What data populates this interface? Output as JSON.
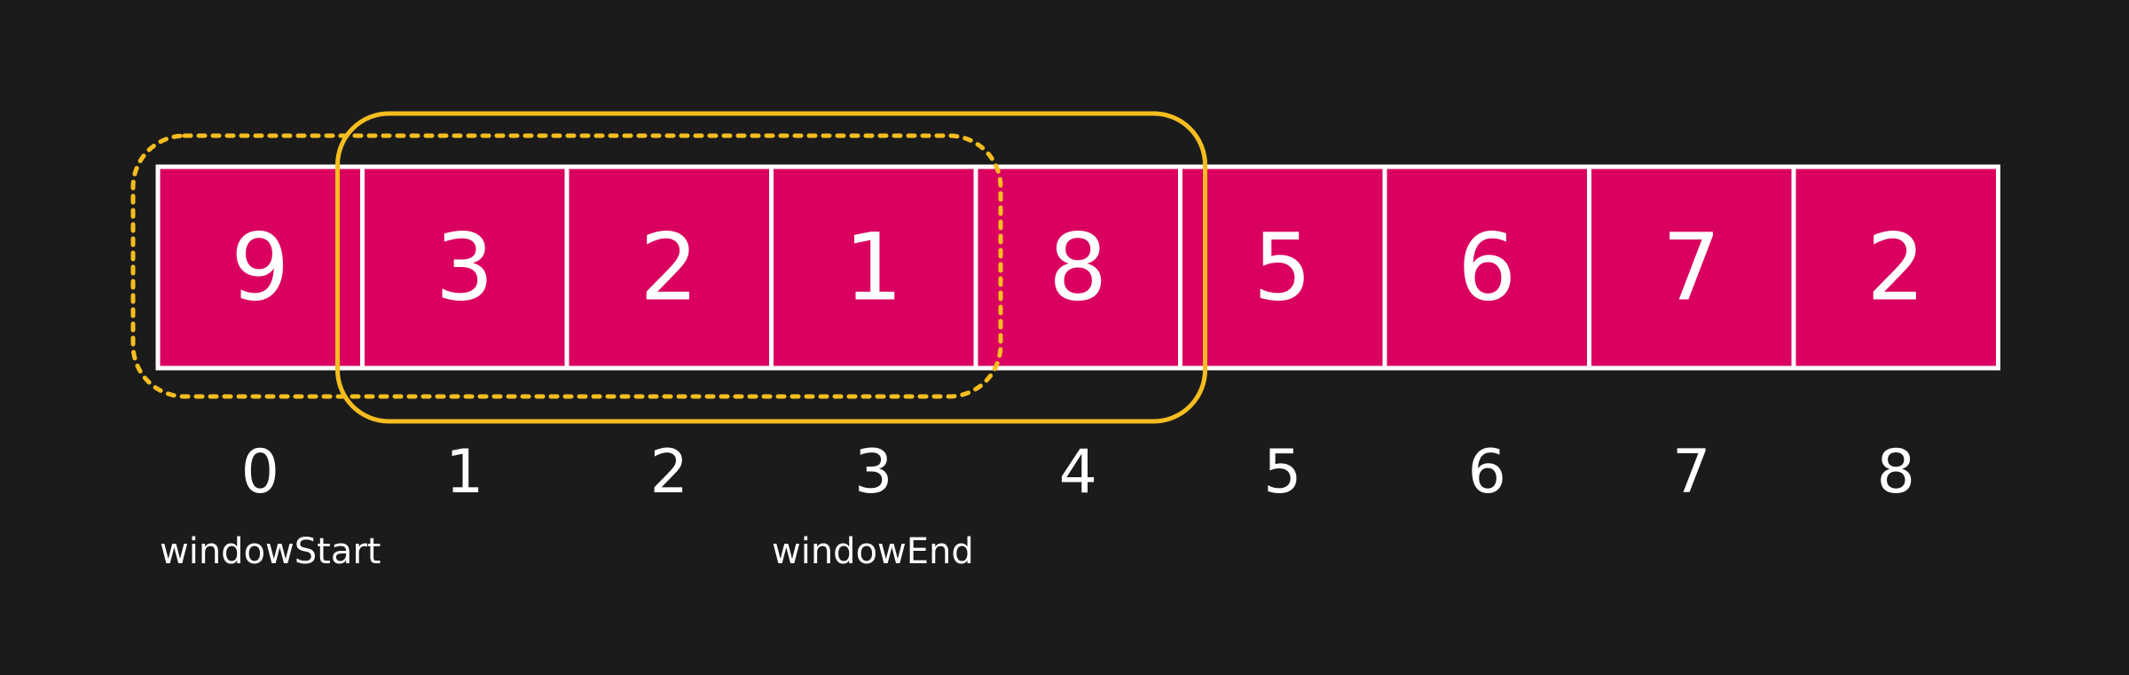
{
  "array": {
    "values": [
      "9",
      "3",
      "2",
      "1",
      "8",
      "5",
      "6",
      "7",
      "2"
    ],
    "indices": [
      "0",
      "1",
      "2",
      "3",
      "4",
      "5",
      "6",
      "7",
      "8"
    ]
  },
  "pointers": {
    "window_start": "windowStart",
    "window_end": "windowEnd"
  },
  "windows": {
    "previous": {
      "from_index": 0,
      "to_index": 3,
      "style": "dotted"
    },
    "current": {
      "from_index": 1,
      "to_index": 4,
      "style": "solid"
    }
  },
  "colors": {
    "background": "#1b1b1b",
    "cell_fill": "#d9005f",
    "cell_border": "#ffffff",
    "window_outline": "#f5bd1f",
    "text": "#ffffff"
  }
}
